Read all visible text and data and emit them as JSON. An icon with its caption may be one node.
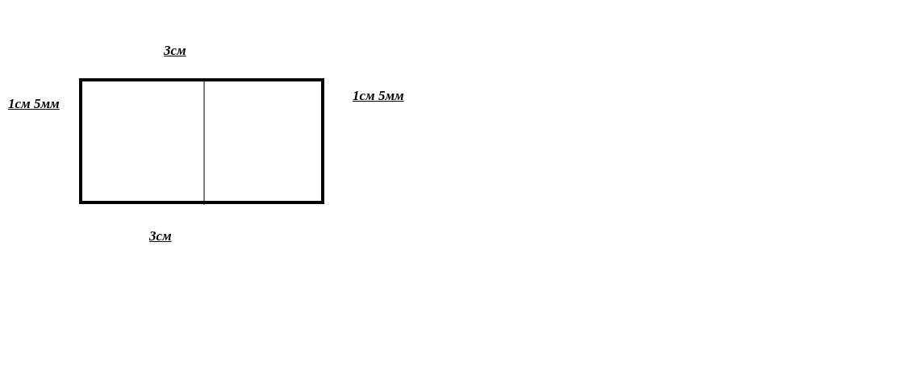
{
  "diagram": {
    "labels": [
      "3см",
      "1см 5мм",
      "1см 5мм",
      "3см"
    ]
  }
}
